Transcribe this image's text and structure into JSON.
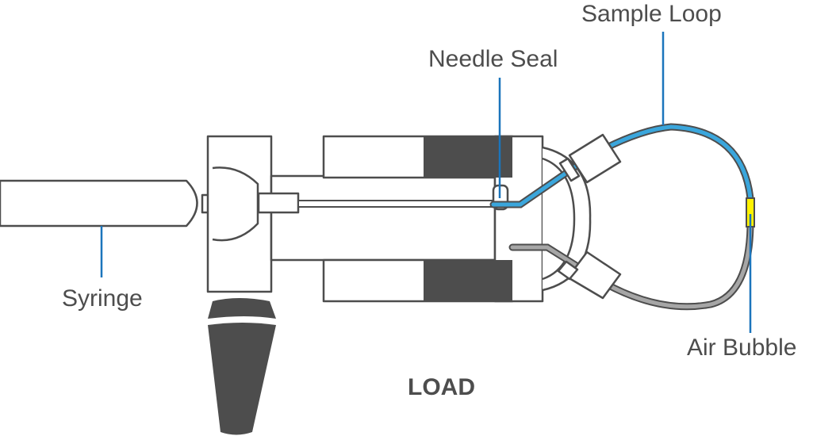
{
  "labels": {
    "sample_loop": "Sample Loop",
    "needle_seal": "Needle Seal",
    "syringe": "Syringe",
    "air_bubble": "Air Bubble",
    "mode": "LOAD"
  },
  "colors": {
    "outline": "#4d4d4d",
    "fill": "#ffffff",
    "dark_block": "#4d4d4d",
    "sample_blue": "#3aa6dc",
    "leader_blue": "#1b75bc",
    "tube_gray": "#a6a6a6",
    "air_bubble": "#fff200",
    "label_text": "#4d4d4d"
  }
}
